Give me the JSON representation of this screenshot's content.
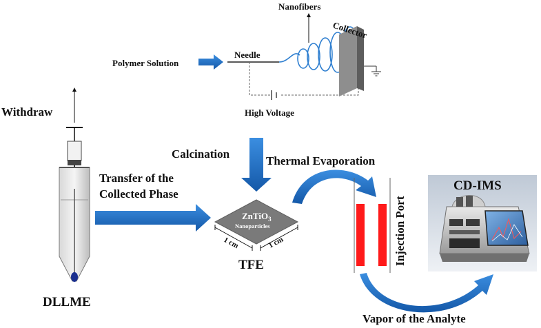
{
  "labels": {
    "nanofibers": "Nanofibers",
    "collector": "Collector",
    "needle": "Needle",
    "polymer_solution": "Polymer Solution",
    "high_voltage": "High Voltage",
    "withdraw": "Withdraw",
    "calcination": "Calcination",
    "thermal_evaporation": "Thermal Evaporation",
    "transfer_line1": "Transfer of the",
    "transfer_line2": "Collected Phase",
    "zntio3": "ZnTiO",
    "zntio3_subscript": "3",
    "nanoparticles": "Nanoparticles",
    "dim_left": "1 cm",
    "dim_right": "1 cm",
    "tfe": "TFE",
    "injection_port": "Injection Port",
    "cd_ims": "CD-IMS",
    "dllme": "DLLME",
    "vapor": "Vapor of the Analyte"
  },
  "colors": {
    "arrow_blue": "#1f6fc1",
    "coil_blue": "#2f7fd0",
    "port_red": "#ff1a1a",
    "tfe_gray": "#7a7a7a",
    "collector_gray": "#9a9a9a"
  },
  "icons": {
    "ground": "ground-symbol-icon",
    "battery": "battery-icon",
    "syringe": "syringe-icon",
    "instrument": "cd-ims-instrument-icon"
  }
}
